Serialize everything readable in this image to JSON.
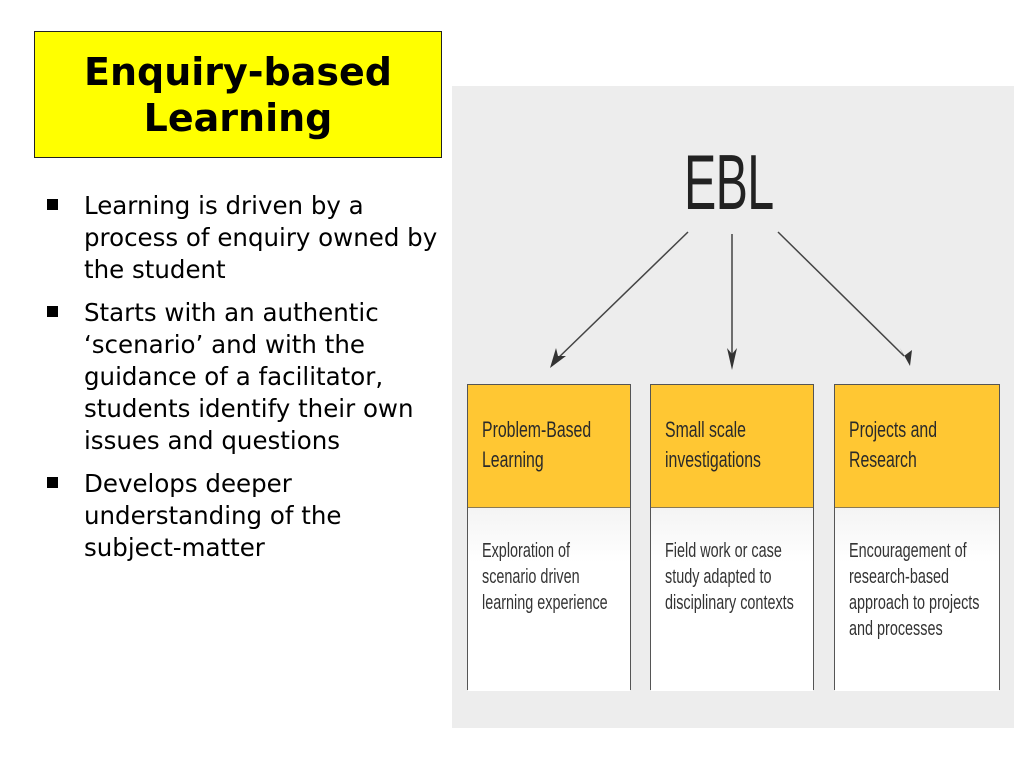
{
  "slide": {
    "title": "Enquiry-based Learning",
    "bullets": [
      "Learning is driven by a process of enquiry owned by the student",
      "Starts with an authentic ‘scenario’ and with the guidance of a facilitator, students identify their own issues and questions",
      "Develops deeper understanding of the subject-matter"
    ]
  },
  "diagram": {
    "root": "EBL",
    "branches": [
      {
        "heading": "Problem-Based Learning",
        "description": "Exploration of scenario driven learning experience"
      },
      {
        "heading": "Small scale investigations",
        "description": "Field work or case study adapted to disciplinary contexts"
      },
      {
        "heading": "Projects and Research",
        "description": "Encouragement of research-based approach to projects and processes"
      }
    ]
  },
  "colors": {
    "title_background": "#ffff00",
    "card_heading_background": "#ffc733",
    "diagram_background": "#ededed"
  }
}
